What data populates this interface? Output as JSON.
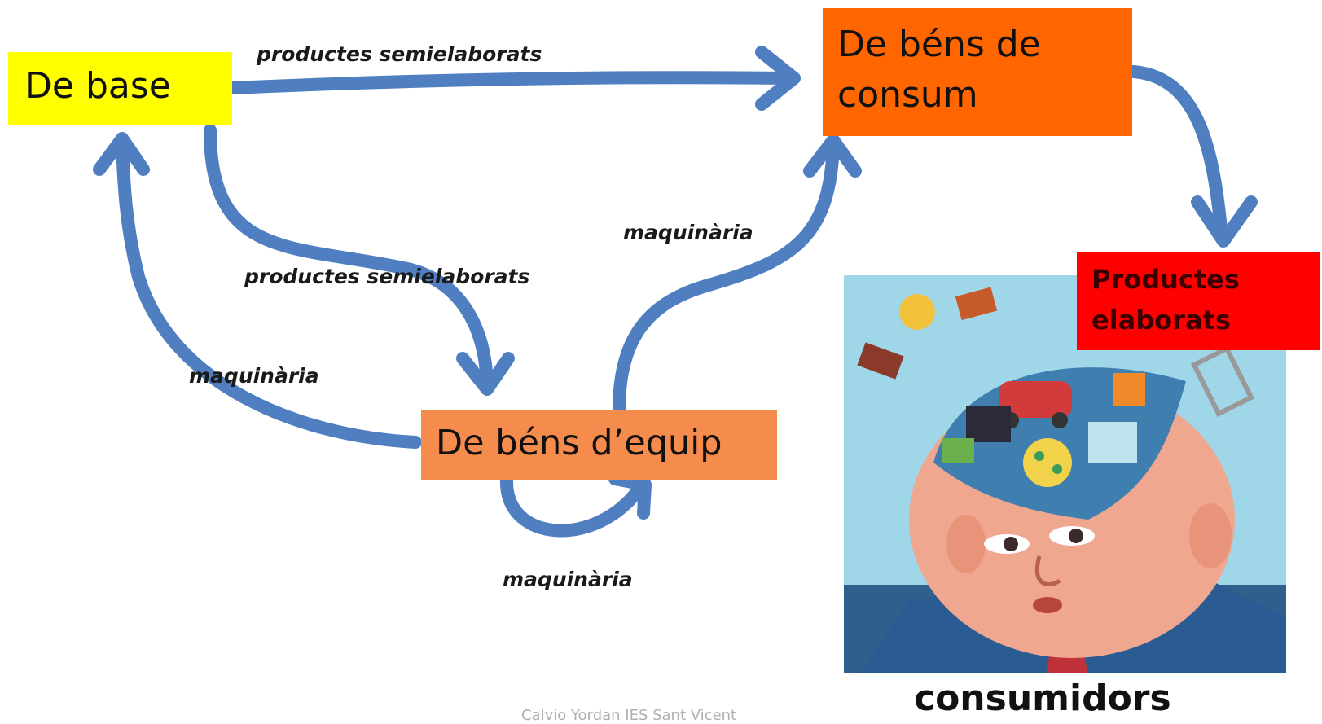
{
  "nodes": {
    "base": "De base",
    "consum_line1": "De béns de",
    "consum_line2": "consum",
    "equip": "De béns d’equip",
    "elaborats_line1": "Productes",
    "elaborats_line2": "elaborats"
  },
  "edges": {
    "base_to_consum": "productes semielaborats",
    "base_to_equip": "productes semielaborats",
    "equip_to_base": "maquinària",
    "equip_to_consum": "maquinària",
    "equip_to_equip": "maquinària"
  },
  "consumers_caption": "consumidors",
  "footer": "Calvio Yordan IES Sant Vicent",
  "colors": {
    "arrow": "#4f7fc1",
    "base_box": "#ffff00",
    "consum_box": "#ff6600",
    "equip_box": "#f58b4c",
    "elaborats_box": "#ff0000"
  },
  "illustration": "cartoon-man-head-full-of-consumer-goods"
}
